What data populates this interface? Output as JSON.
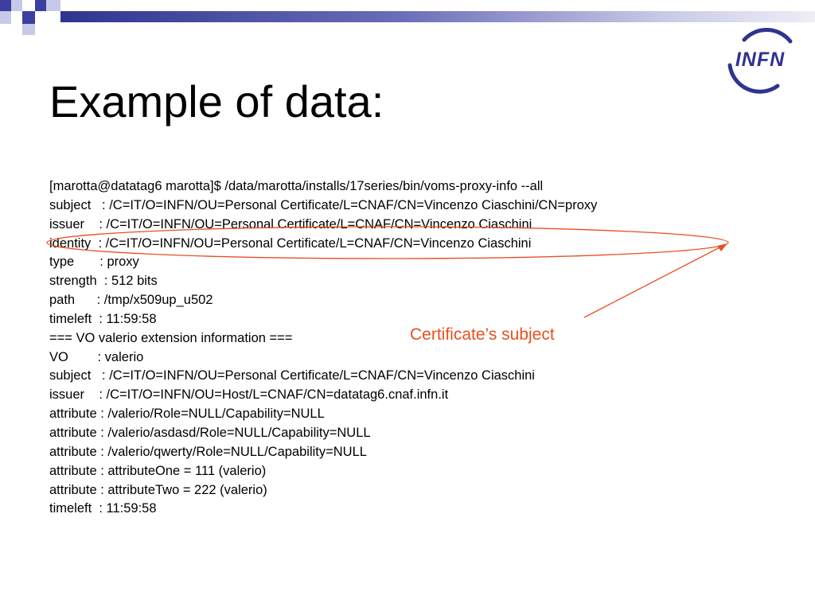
{
  "slide": {
    "title": "Example of data:",
    "logo_text": "INFN",
    "annotation": "Certificate’s subject",
    "lines": [
      "[marotta@datatag6 marotta]$ /data/marotta/installs/17series/bin/voms-proxy-info --all",
      "subject   : /C=IT/O=INFN/OU=Personal Certificate/L=CNAF/CN=Vincenzo Ciaschini/CN=proxy",
      "issuer    : /C=IT/O=INFN/OU=Personal Certificate/L=CNAF/CN=Vincenzo Ciaschini",
      "identity  : /C=IT/O=INFN/OU=Personal Certificate/L=CNAF/CN=Vincenzo Ciaschini",
      "type       : proxy",
      "strength  : 512 bits",
      "path      : /tmp/x509up_u502",
      "timeleft  : 11:59:58",
      "=== VO valerio extension information ===",
      "VO        : valerio",
      "subject   : /C=IT/O=INFN/OU=Personal Certificate/L=CNAF/CN=Vincenzo Ciaschini",
      "issuer    : /C=IT/O=INFN/OU=Host/L=CNAF/CN=datatag6.cnaf.infn.it",
      "attribute : /valerio/Role=NULL/Capability=NULL",
      "attribute : /valerio/asdasd/Role=NULL/Capability=NULL",
      "attribute : /valerio/qwerty/Role=NULL/Capability=NULL",
      "attribute : attributeOne = 111 (valerio)",
      "attribute : attributeTwo = 222 (valerio)",
      "timeleft  : 11:59:58"
    ]
  },
  "colors": {
    "brand_blue": "#2f348f",
    "annotation_orange": "#e8501e"
  },
  "icons": {
    "logo": "infn-logo-icon"
  }
}
